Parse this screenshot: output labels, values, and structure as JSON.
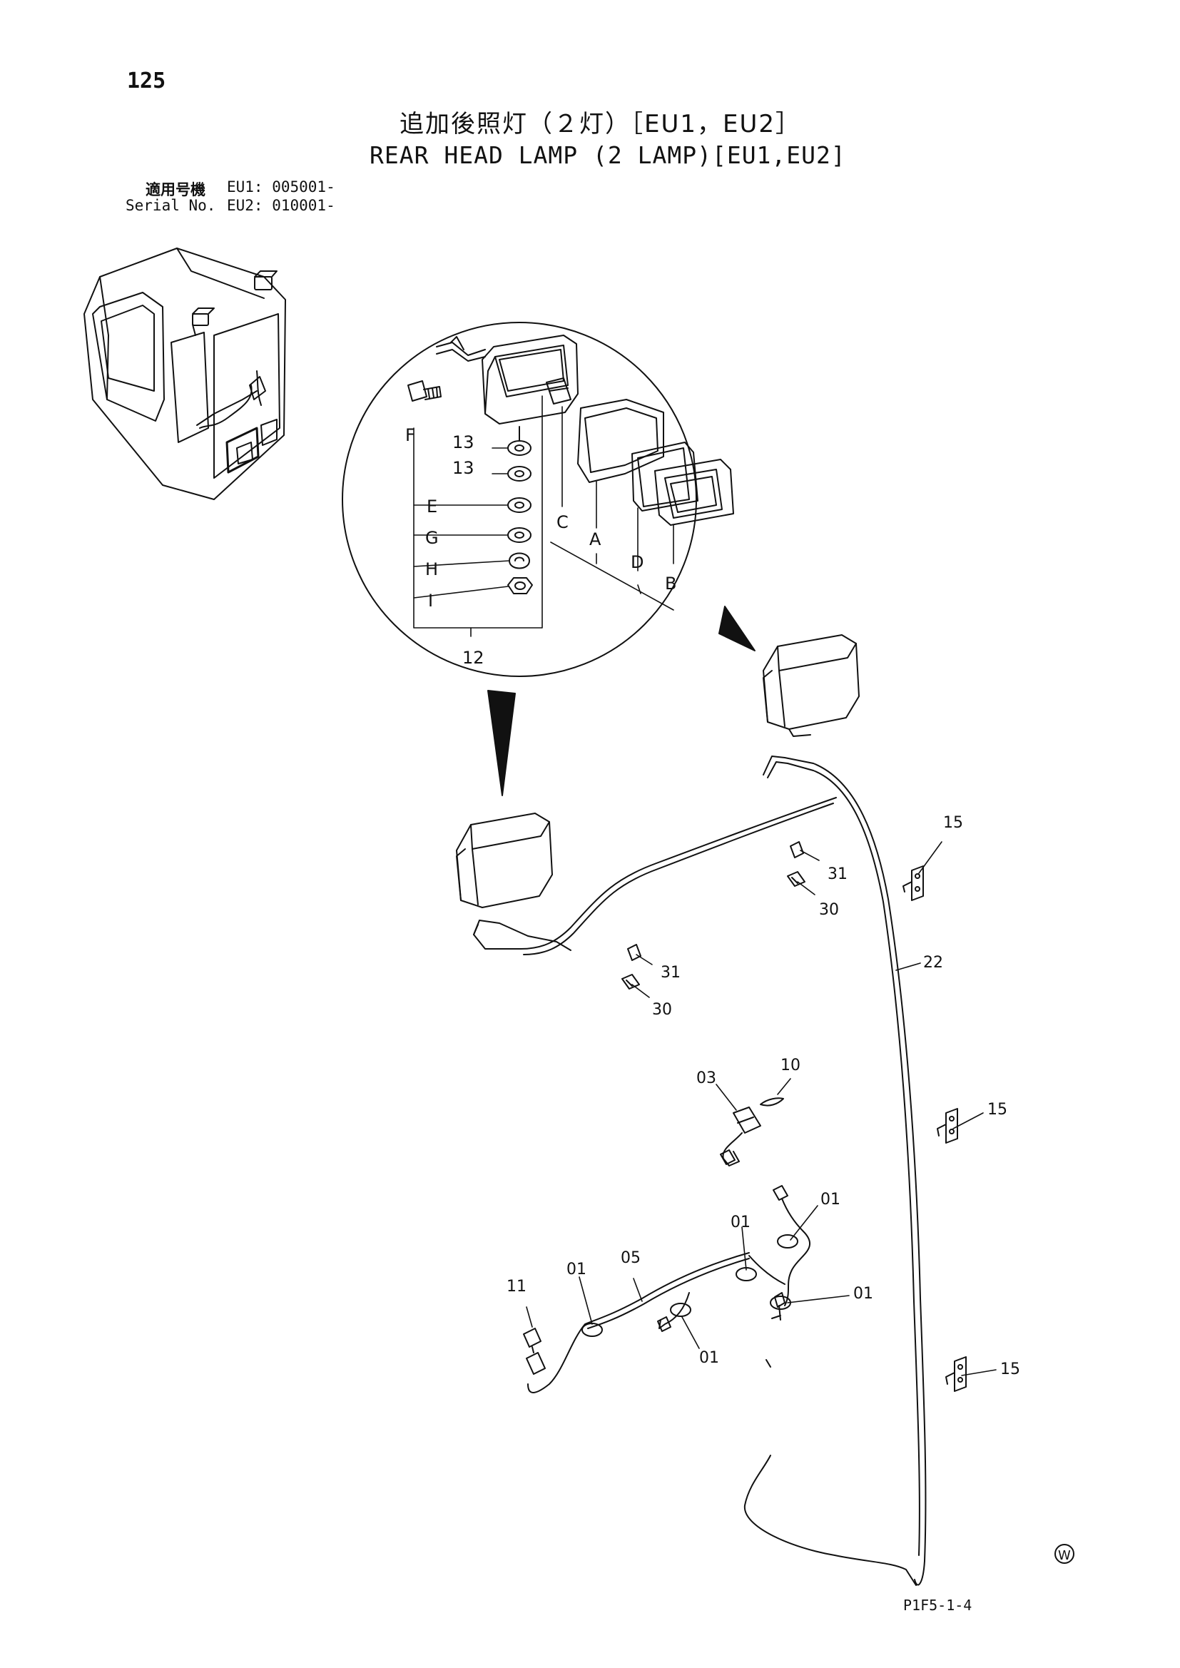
{
  "page": {
    "number": "125",
    "title_jp": "追加後照灯（２灯）［EU1，EU2］",
    "title_en": "REAR HEAD LAMP (2 LAMP)[EU1,EU2]",
    "serial_label_jp": "適用号機",
    "serial_label_en": "Serial No.",
    "serial_eu1": "EU1: 005001-",
    "serial_eu2": "EU2: 010001-",
    "footer_code": "P1F5-1-4",
    "mark": "W"
  },
  "callouts": {
    "A": "A",
    "B": "B",
    "C": "C",
    "D": "D",
    "E": "E",
    "F": "F",
    "G": "G",
    "H": "H",
    "I": "I",
    "p12": "12",
    "p13a": "13",
    "p13b": "13",
    "p15a": "15",
    "p15b": "15",
    "p15c": "15",
    "p22": "22",
    "p31a": "31",
    "p30a": "30",
    "p31b": "31",
    "p30b": "30",
    "p03": "03",
    "p10": "10",
    "p11": "11",
    "p05": "05",
    "p01a": "01",
    "p01b": "01",
    "p01c": "01",
    "p01d": "01",
    "p01e": "01"
  }
}
